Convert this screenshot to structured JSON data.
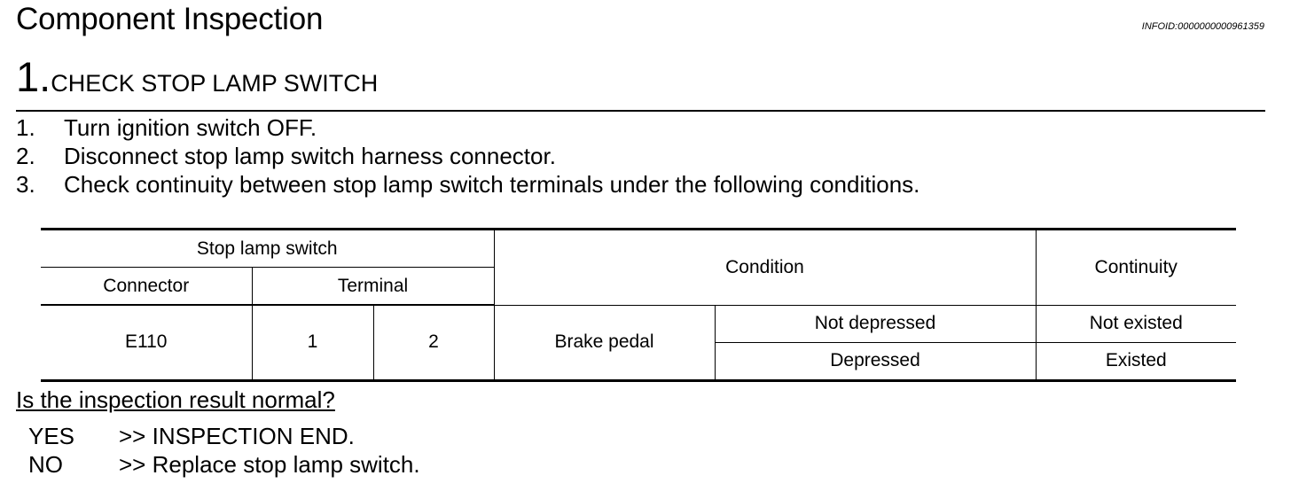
{
  "header": {
    "title": "Component Inspection",
    "info_id": "INFOID:0000000000961359"
  },
  "step": {
    "number": "1.",
    "title": "CHECK STOP LAMP SWITCH"
  },
  "instructions": [
    {
      "num": "1.",
      "text": "Turn ignition switch OFF."
    },
    {
      "num": "2.",
      "text": "Disconnect stop lamp switch harness connector."
    },
    {
      "num": "3.",
      "text": "Check continuity between stop lamp switch terminals under the following conditions."
    }
  ],
  "table": {
    "header": {
      "group": "Stop lamp switch",
      "connector": "Connector",
      "terminal": "Terminal",
      "condition": "Condition",
      "continuity": "Continuity"
    },
    "row": {
      "connector": "E110",
      "terminal_a": "1",
      "terminal_b": "2",
      "condition_item": "Brake pedal",
      "states": [
        {
          "condition": "Not depressed",
          "continuity": "Not existed"
        },
        {
          "condition": "Depressed",
          "continuity": "Existed"
        }
      ]
    }
  },
  "question": "Is the inspection result normal?",
  "answers": [
    {
      "key": "YES",
      "text": ">> INSPECTION END."
    },
    {
      "key": "NO",
      "text": ">> Replace stop lamp switch."
    }
  ]
}
